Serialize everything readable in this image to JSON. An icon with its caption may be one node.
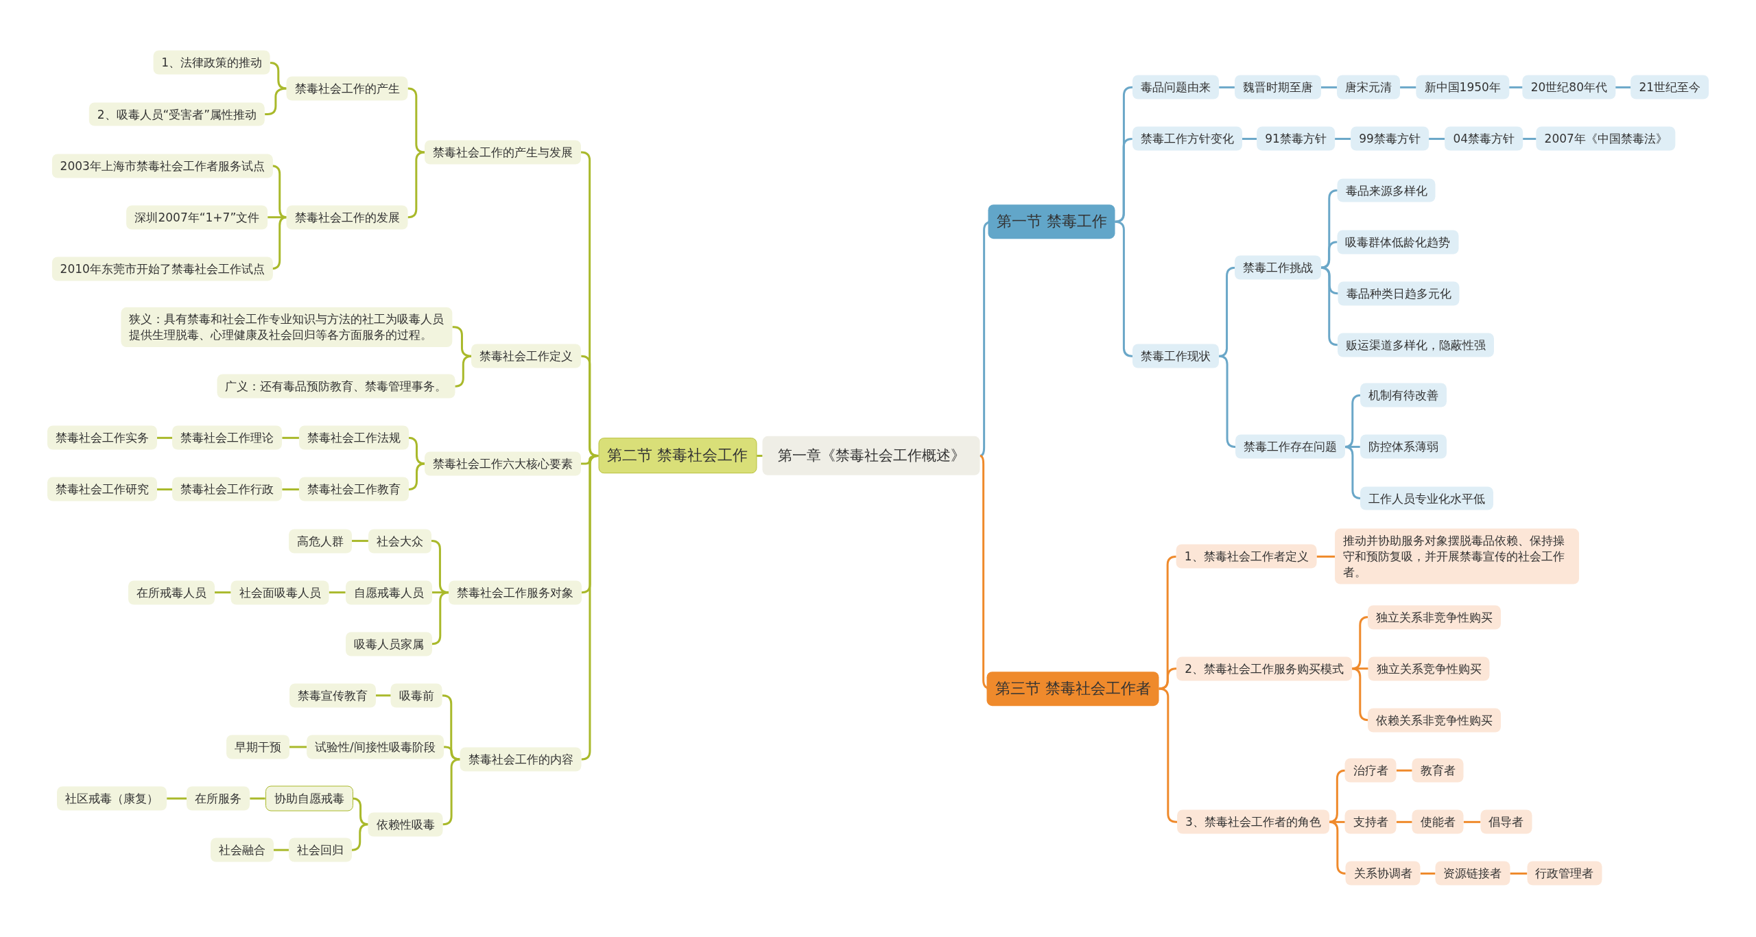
{
  "diagram": {
    "nodes": [
      {
        "text": [
          "第一章《禁毒社会工作概述》"
        ]
      },
      {
        "text": [
          "第一节 禁毒工作"
        ]
      },
      {
        "text": [
          "毒品问题由来"
        ]
      },
      {
        "text": [
          "魏晋时期至唐"
        ]
      },
      {
        "text": [
          "唐宋元清"
        ]
      },
      {
        "text": [
          "新中国1950年"
        ]
      },
      {
        "text": [
          "20世纪80年代"
        ]
      },
      {
        "text": [
          "21世纪至今"
        ]
      },
      {
        "text": [
          "禁毒工作方针变化"
        ]
      },
      {
        "text": [
          "91禁毒方针"
        ]
      },
      {
        "text": [
          "99禁毒方针"
        ]
      },
      {
        "text": [
          "04禁毒方针"
        ]
      },
      {
        "text": [
          "2007年《中国禁毒法》"
        ]
      },
      {
        "text": [
          "禁毒工作现状"
        ]
      },
      {
        "text": [
          "禁毒工作挑战"
        ]
      },
      {
        "text": [
          "毒品来源多样化"
        ]
      },
      {
        "text": [
          "吸毒群体低龄化趋势"
        ]
      },
      {
        "text": [
          "毒品种类日趋多元化"
        ]
      },
      {
        "text": [
          "贩运渠道多样化，隐蔽性强"
        ]
      },
      {
        "text": [
          "禁毒工作存在问题"
        ]
      },
      {
        "text": [
          "机制有待改善"
        ]
      },
      {
        "text": [
          "防控体系薄弱"
        ]
      },
      {
        "text": [
          "工作人员专业化水平低"
        ]
      },
      {
        "text": [
          "第三节 禁毒社会工作者"
        ]
      },
      {
        "text": [
          "1、禁毒社会工作者定义"
        ]
      },
      {
        "text": [
          "推动并协助服务对象摆脱毒品依赖、保持操守和预防复吸，并开展禁毒宣传的社会工作者。"
        ]
      },
      {
        "text": [
          "2、禁毒社会工作服务购买模式"
        ]
      },
      {
        "text": [
          "独立关系非竞争性购买"
        ]
      },
      {
        "text": [
          "独立关系竞争性购买"
        ]
      },
      {
        "text": [
          "依赖关系非竞争性购买"
        ]
      },
      {
        "text": [
          "3、禁毒社会工作者的角色"
        ]
      },
      {
        "text": [
          "治疗者"
        ]
      },
      {
        "text": [
          "教育者"
        ]
      },
      {
        "text": [
          "支持者"
        ]
      },
      {
        "text": [
          "使能者"
        ]
      },
      {
        "text": [
          "倡导者"
        ]
      },
      {
        "text": [
          "关系协调者"
        ]
      },
      {
        "text": [
          "资源链接者"
        ]
      },
      {
        "text": [
          "行政管理者"
        ]
      },
      {
        "text": [
          "第二节 禁毒社会工作"
        ]
      },
      {
        "text": [
          "禁毒社会工作的产生与发展"
        ]
      },
      {
        "text": [
          "禁毒社会工作的产生"
        ]
      },
      {
        "text": [
          "1、法律政策的推动"
        ]
      },
      {
        "text": [
          "2、吸毒人员“受害者”属性推动"
        ]
      },
      {
        "text": [
          "禁毒社会工作的发展"
        ]
      },
      {
        "text": [
          "2003年上海市禁毒社会工作者服务试点"
        ]
      },
      {
        "text": [
          "深圳2007年“1+7”文件"
        ]
      },
      {
        "text": [
          "2010年东莞市开始了禁毒社会工作试点"
        ]
      },
      {
        "text": [
          "禁毒社会工作定义"
        ]
      },
      {
        "text": [
          "狭义：具有禁毒和社会工作专业知识与方法的社工为吸毒人员提供生理脱毒、心理健康及社会回归等各方面服务的过程。"
        ]
      },
      {
        "text": [
          "广义：还有毒品预防教育、禁毒管理事务。"
        ]
      },
      {
        "text": [
          "禁毒社会工作六大核心要素"
        ]
      },
      {
        "text": [
          "禁毒社会工作法规"
        ]
      },
      {
        "text": [
          "禁毒社会工作理论"
        ]
      },
      {
        "text": [
          "禁毒社会工作实务"
        ]
      },
      {
        "text": [
          "禁毒社会工作教育"
        ]
      },
      {
        "text": [
          "禁毒社会工作行政"
        ]
      },
      {
        "text": [
          "禁毒社会工作研究"
        ]
      },
      {
        "text": [
          "禁毒社会工作服务对象"
        ]
      },
      {
        "text": [
          "社会大众"
        ]
      },
      {
        "text": [
          "高危人群"
        ]
      },
      {
        "text": [
          "自愿戒毒人员"
        ]
      },
      {
        "text": [
          "社会面吸毒人员"
        ]
      },
      {
        "text": [
          "在所戒毒人员"
        ]
      },
      {
        "text": [
          "吸毒人员家属"
        ]
      },
      {
        "text": [
          "禁毒社会工作的内容"
        ]
      },
      {
        "text": [
          "吸毒前"
        ]
      },
      {
        "text": [
          "禁毒宣传教育"
        ]
      },
      {
        "text": [
          "试验性/间接性吸毒阶段"
        ]
      },
      {
        "text": [
          "早期干预"
        ]
      },
      {
        "text": [
          "依赖性吸毒"
        ]
      },
      {
        "text": [
          "协助自愿戒毒"
        ]
      },
      {
        "text": [
          "在所服务"
        ]
      },
      {
        "text": [
          "社区戒毒（康复）"
        ]
      },
      {
        "text": [
          "社会回归"
        ]
      },
      {
        "text": [
          "社会融合"
        ]
      }
    ],
    "edges": [
      {
        "from": 0,
        "to": 1,
        "arrow": "none",
        "color": "#6aa7c8"
      },
      {
        "from": 1,
        "to": 2,
        "arrow": "none",
        "color": "#6aa7c8"
      },
      {
        "from": 2,
        "to": 3,
        "arrow": "none",
        "color": "#6aa7c8"
      },
      {
        "from": 3,
        "to": 4,
        "arrow": "none",
        "color": "#6aa7c8"
      },
      {
        "from": 4,
        "to": 5,
        "arrow": "none",
        "color": "#6aa7c8"
      },
      {
        "from": 5,
        "to": 6,
        "arrow": "none",
        "color": "#6aa7c8"
      },
      {
        "from": 6,
        "to": 7,
        "arrow": "none",
        "color": "#6aa7c8"
      },
      {
        "from": 1,
        "to": 8,
        "arrow": "none",
        "color": "#6aa7c8"
      },
      {
        "from": 8,
        "to": 9,
        "arrow": "none",
        "color": "#6aa7c8"
      },
      {
        "from": 9,
        "to": 10,
        "arrow": "none",
        "color": "#6aa7c8"
      },
      {
        "from": 10,
        "to": 11,
        "arrow": "none",
        "color": "#6aa7c8"
      },
      {
        "from": 11,
        "to": 12,
        "arrow": "none",
        "color": "#6aa7c8"
      },
      {
        "from": 1,
        "to": 13,
        "arrow": "none",
        "color": "#6aa7c8"
      },
      {
        "from": 13,
        "to": 14,
        "arrow": "none",
        "color": "#6aa7c8"
      },
      {
        "from": 14,
        "to": 15,
        "arrow": "none",
        "color": "#6aa7c8"
      },
      {
        "from": 14,
        "to": 16,
        "arrow": "none",
        "color": "#6aa7c8"
      },
      {
        "from": 14,
        "to": 17,
        "arrow": "none",
        "color": "#6aa7c8"
      },
      {
        "from": 14,
        "to": 18,
        "arrow": "none",
        "color": "#6aa7c8"
      },
      {
        "from": 13,
        "to": 19,
        "arrow": "none",
        "color": "#6aa7c8"
      },
      {
        "from": 19,
        "to": 20,
        "arrow": "none",
        "color": "#6aa7c8"
      },
      {
        "from": 19,
        "to": 21,
        "arrow": "none",
        "color": "#6aa7c8"
      },
      {
        "from": 19,
        "to": 22,
        "arrow": "none",
        "color": "#6aa7c8"
      },
      {
        "from": 0,
        "to": 23,
        "arrow": "none",
        "color": "#ef8a2c"
      },
      {
        "from": 23,
        "to": 24,
        "arrow": "none",
        "color": "#ef8a2c"
      },
      {
        "from": 24,
        "to": 25,
        "arrow": "none",
        "color": "#ef8a2c"
      },
      {
        "from": 23,
        "to": 26,
        "arrow": "none",
        "color": "#ef8a2c"
      },
      {
        "from": 26,
        "to": 27,
        "arrow": "none",
        "color": "#ef8a2c"
      },
      {
        "from": 26,
        "to": 28,
        "arrow": "none",
        "color": "#ef8a2c"
      },
      {
        "from": 26,
        "to": 29,
        "arrow": "none",
        "color": "#ef8a2c"
      },
      {
        "from": 23,
        "to": 30,
        "arrow": "none",
        "color": "#ef8a2c"
      },
      {
        "from": 30,
        "to": 31,
        "arrow": "none",
        "color": "#ef8a2c"
      },
      {
        "from": 31,
        "to": 32,
        "arrow": "none",
        "color": "#ef8a2c"
      },
      {
        "from": 30,
        "to": 33,
        "arrow": "none",
        "color": "#ef8a2c"
      },
      {
        "from": 33,
        "to": 34,
        "arrow": "none",
        "color": "#ef8a2c"
      },
      {
        "from": 34,
        "to": 35,
        "arrow": "none",
        "color": "#ef8a2c"
      },
      {
        "from": 30,
        "to": 36,
        "arrow": "none",
        "color": "#ef8a2c"
      },
      {
        "from": 36,
        "to": 37,
        "arrow": "none",
        "color": "#ef8a2c"
      },
      {
        "from": 37,
        "to": 38,
        "arrow": "none",
        "color": "#ef8a2c"
      },
      {
        "from": 0,
        "to": 39,
        "arrow": "none"
      },
      {
        "from": 39,
        "to": 40,
        "arrow": "none"
      },
      {
        "from": 40,
        "to": 41,
        "arrow": "none"
      },
      {
        "from": 41,
        "to": 42,
        "arrow": "none"
      },
      {
        "from": 41,
        "to": 43,
        "arrow": "none"
      },
      {
        "from": 40,
        "to": 44,
        "arrow": "none"
      },
      {
        "from": 44,
        "to": 45,
        "arrow": "none"
      },
      {
        "from": 44,
        "to": 46,
        "arrow": "none"
      },
      {
        "from": 44,
        "to": 47,
        "arrow": "none"
      },
      {
        "from": 39,
        "to": 48,
        "arrow": "none"
      },
      {
        "from": 48,
        "to": 49,
        "arrow": "none"
      },
      {
        "from": 48,
        "to": 50,
        "arrow": "none"
      },
      {
        "from": 39,
        "to": 51,
        "arrow": "none"
      },
      {
        "from": 51,
        "to": 52,
        "arrow": "none"
      },
      {
        "from": 52,
        "to": 53,
        "arrow": "none"
      },
      {
        "from": 53,
        "to": 54,
        "arrow": "none"
      },
      {
        "from": 51,
        "to": 55,
        "arrow": "none"
      },
      {
        "from": 55,
        "to": 56,
        "arrow": "none"
      },
      {
        "from": 56,
        "to": 57,
        "arrow": "none"
      },
      {
        "from": 39,
        "to": 58,
        "arrow": "none"
      },
      {
        "from": 58,
        "to": 59,
        "arrow": "none"
      },
      {
        "from": 59,
        "to": 60,
        "arrow": "none"
      },
      {
        "from": 58,
        "to": 61,
        "arrow": "none"
      },
      {
        "from": 61,
        "to": 62,
        "arrow": "none"
      },
      {
        "from": 62,
        "to": 63,
        "arrow": "none"
      },
      {
        "from": 58,
        "to": 64,
        "arrow": "none"
      },
      {
        "from": 39,
        "to": 65,
        "arrow": "none"
      },
      {
        "from": 65,
        "to": 66,
        "arrow": "none"
      },
      {
        "from": 66,
        "to": 67,
        "arrow": "none"
      },
      {
        "from": 65,
        "to": 68,
        "arrow": "none"
      },
      {
        "from": 68,
        "to": 69,
        "arrow": "none"
      },
      {
        "from": 65,
        "to": 70,
        "arrow": "none"
      },
      {
        "from": 70,
        "to": 71,
        "arrow": "none"
      },
      {
        "from": 71,
        "to": 72,
        "arrow": "none"
      },
      {
        "from": 72,
        "to": 73,
        "arrow": "none"
      },
      {
        "from": 70,
        "to": 74,
        "arrow": "none"
      },
      {
        "from": 74,
        "to": 75,
        "arrow": "none"
      }
    ]
  }
}
